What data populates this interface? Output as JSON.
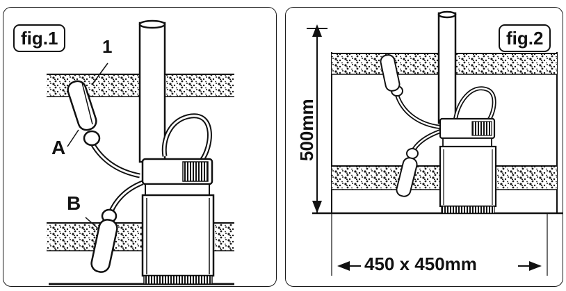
{
  "figure1": {
    "label": "fig.1",
    "callouts": {
      "float_switch_number": "1",
      "upper_position": "A",
      "lower_position": "B"
    }
  },
  "figure2": {
    "label": "fig.2",
    "dimensions": {
      "depth": "500mm",
      "width": "450 x 450mm"
    }
  },
  "colors": {
    "ink": "#111111",
    "gravel": "#2a2a2a",
    "background": "#ffffff"
  }
}
